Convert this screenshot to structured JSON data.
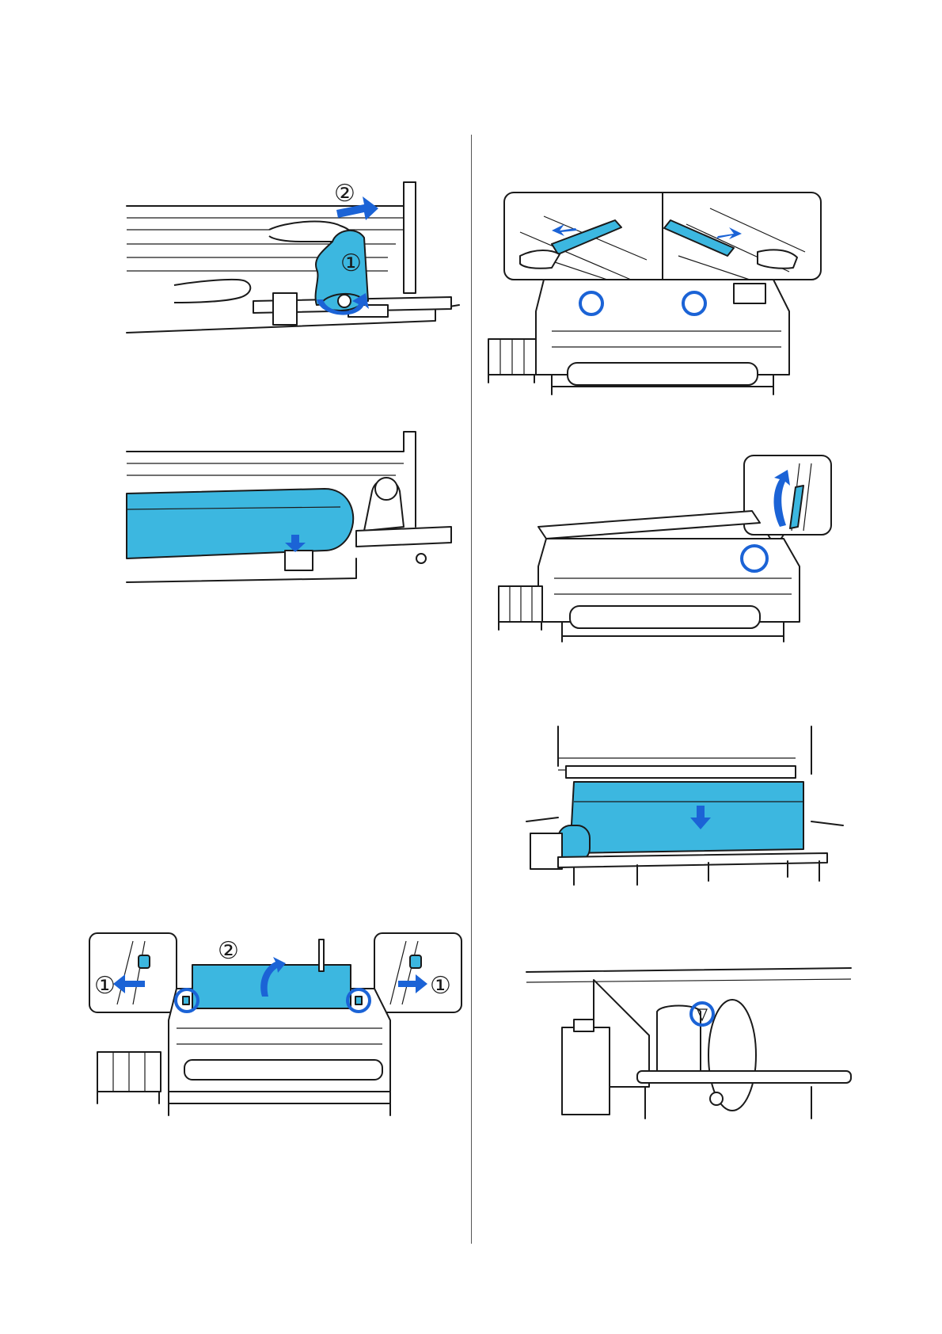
{
  "colors": {
    "media_blue": "#3cb7e0",
    "arrow_blue": "#1b63d6",
    "line": "#1a1a1a",
    "divider": "#555555"
  },
  "figures": {
    "fig1": {
      "step_labels": [
        "②",
        "①"
      ]
    },
    "fig2": {
      "step_labels": []
    },
    "fig3": {
      "step_labels": [
        "②",
        "①",
        "①"
      ]
    },
    "fig4": {
      "step_labels": []
    },
    "fig5": {
      "step_labels": []
    },
    "fig6": {
      "step_labels": []
    },
    "fig7": {
      "step_labels": []
    }
  }
}
